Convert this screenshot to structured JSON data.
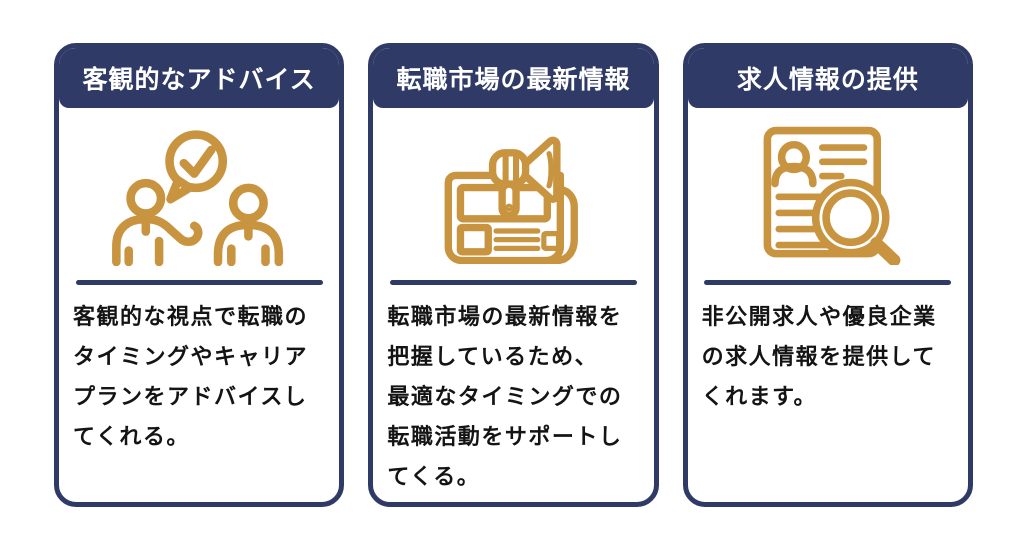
{
  "colors": {
    "navy": "#2F3A66",
    "gold": "#C99440",
    "text": "#141414",
    "bg": "#FFFFFF"
  },
  "cards": [
    {
      "id": "objective-advice",
      "title": "客観的なアドバイス",
      "icon": "consultation-check-icon",
      "description": "客観的な視点で転職の\nタイミングやキャリア\nプランをアドバイスし\nてくれる。"
    },
    {
      "id": "market-info",
      "title": "転職市場の最新情報",
      "icon": "news-megaphone-icon",
      "description": "転職市場の最新情報を\n把握しているため、\n最適なタイミングでの\n転職活動をサポートし\nてくる。"
    },
    {
      "id": "job-listings",
      "title": "求人情報の提供",
      "icon": "resume-search-icon",
      "description": "非公開求人や優良企業\nの求人情報を提供して\nくれます。"
    }
  ]
}
